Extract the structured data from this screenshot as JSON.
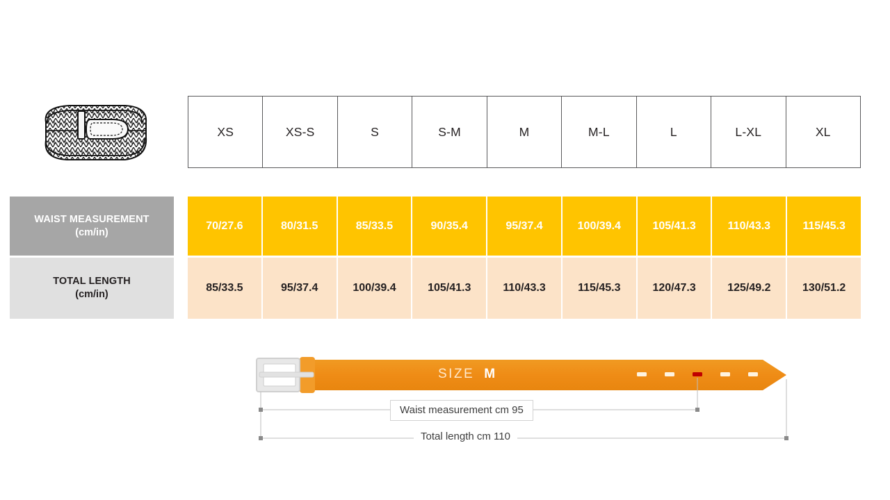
{
  "product": {
    "icon_name": "braided-belt-illustration"
  },
  "table": {
    "size_headers": [
      "XS",
      "XS-S",
      "S",
      "S-M",
      "M",
      "M-L",
      "L",
      "L-XL",
      "XL"
    ],
    "rows": [
      {
        "label_line1": "WAIST MEASUREMENT",
        "label_line2": "(cm/in)",
        "values": [
          "70/27.6",
          "80/31.5",
          "85/33.5",
          "90/35.4",
          "95/37.4",
          "100/39.4",
          "105/41.3",
          "110/43.3",
          "115/45.3"
        ]
      },
      {
        "label_line1": "TOTAL LENGTH",
        "label_line2": "(cm/in)",
        "values": [
          "85/33.5",
          "95/37.4",
          "100/39.4",
          "105/41.3",
          "110/43.3",
          "115/45.3",
          "120/47.3",
          "125/49.2",
          "130/51.2"
        ]
      }
    ]
  },
  "belt_diagram": {
    "size_word": "SIZE",
    "size_value": "M",
    "waist_label": "Waist measurement cm 95",
    "length_label": "Total length cm 110",
    "holes_total": 5,
    "highlighted_hole_index": 2
  },
  "colors": {
    "amber": "#FFC400",
    "peach": "#FCE3C8",
    "label_gray_dark": "#A6A6A6",
    "label_gray_light": "#E0E0E0",
    "belt_orange": "#EF8C16",
    "buckle_gray": "#E2E2E2",
    "hole_highlight_red": "#C00000",
    "table_border": "#58585a"
  }
}
